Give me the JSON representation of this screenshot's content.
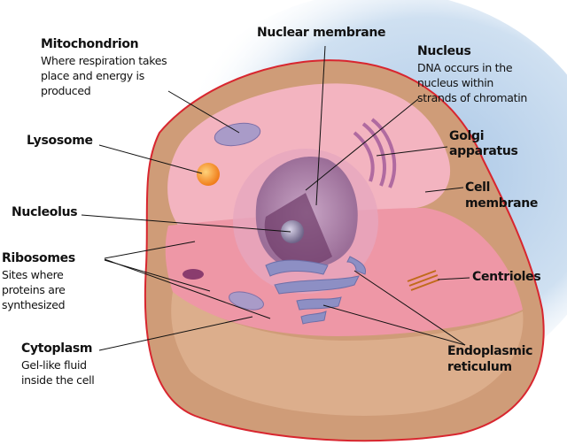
{
  "title": "Animal cell diagram",
  "colors": {
    "membrane": "#d8262f",
    "cytoplasm_rim": "#cf9c78",
    "cytoplasm": "#f1a7b3",
    "nucleus": "#8e5a86",
    "background_glow": "#b9d2ea"
  },
  "labels": {
    "mitochondrion": {
      "name": "Mitochondrion",
      "desc": [
        "Where respiration takes",
        "place and energy is",
        "produced"
      ]
    },
    "nuclear_membrane": {
      "name": "Nuclear membrane"
    },
    "nucleus": {
      "name": "Nucleus",
      "desc": [
        "DNA occurs in the",
        "nucleus within",
        "strands of chromatin"
      ]
    },
    "lysosome": {
      "name": "Lysosome"
    },
    "golgi": {
      "name": [
        "Golgi",
        "apparatus"
      ]
    },
    "cell_membrane": {
      "name": [
        "Cell",
        "membrane"
      ]
    },
    "nucleolus": {
      "name": "Nucleolus"
    },
    "ribosomes": {
      "name": "Ribosomes",
      "desc": [
        "Sites where",
        "proteins are",
        "synthesized"
      ]
    },
    "centrioles": {
      "name": "Centrioles"
    },
    "cytoplasm": {
      "name": "Cytoplasm",
      "desc": [
        "Gel-like fluid",
        "inside the cell"
      ]
    },
    "er": {
      "name": [
        "Endoplasmic",
        "reticulum"
      ]
    }
  }
}
